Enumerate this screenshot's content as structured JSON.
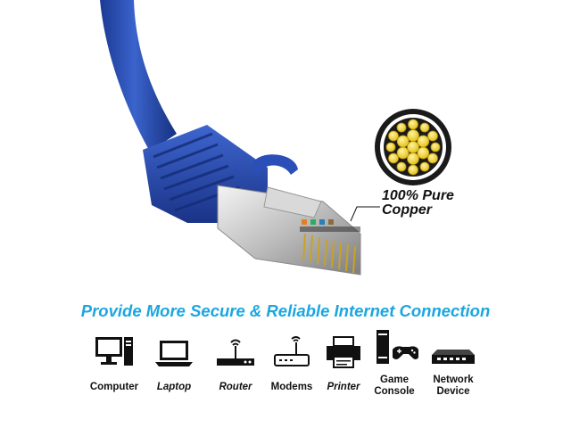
{
  "copper_label": "100% Pure Copper",
  "tagline": "Provide More Secure & Reliable Internet Connection",
  "colors": {
    "cable_blue": "#2346a8",
    "tagline_blue": "#1ba6e0",
    "copper_gold": "#f0d21e"
  },
  "devices": [
    {
      "label": "Computer",
      "icon": "computer-icon"
    },
    {
      "label": "Laptop",
      "icon": "laptop-icon"
    },
    {
      "label": "Router",
      "icon": "router-icon"
    },
    {
      "label": "Modems",
      "icon": "modem-icon"
    },
    {
      "label": "Printer",
      "icon": "printer-icon"
    },
    {
      "label": "Game Console",
      "icon": "game-console-icon"
    },
    {
      "label": "Network Device",
      "icon": "network-switch-icon"
    }
  ]
}
